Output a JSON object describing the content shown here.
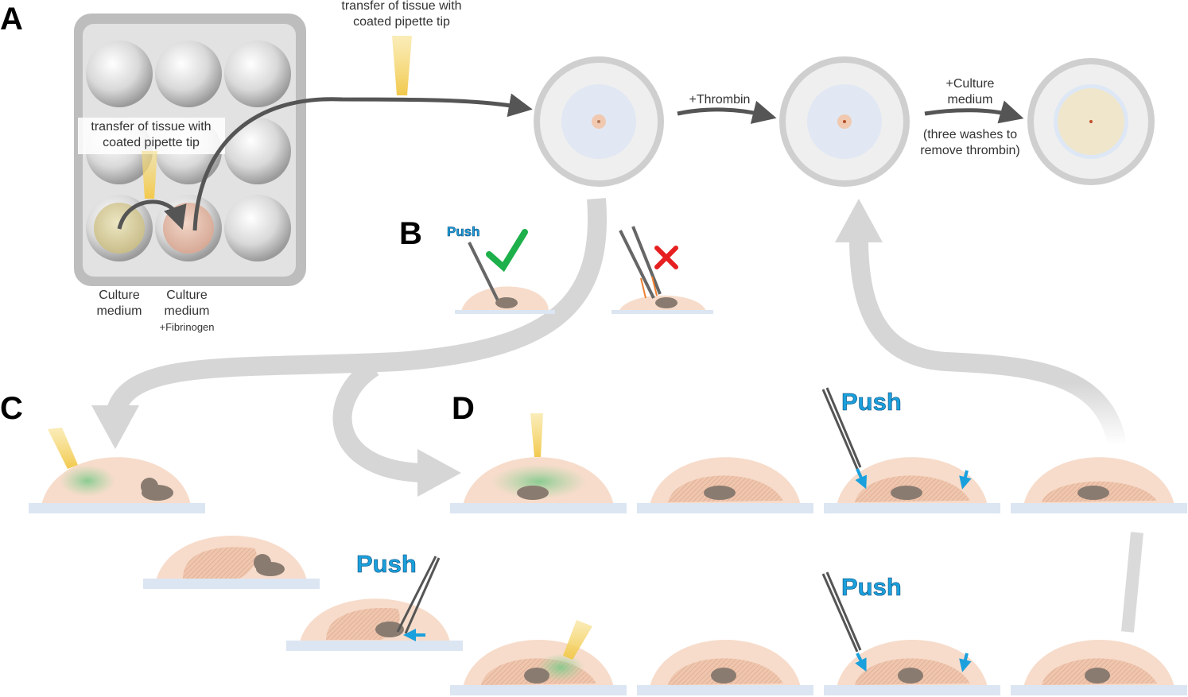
{
  "panels": {
    "A": "A",
    "B": "B",
    "C": "C",
    "D": "D"
  },
  "panel_a": {
    "plate_label_transfer": "transfer of tissue with coated pipette tip",
    "top_label_transfer": "transfer of tissue with coated pipette tip",
    "well_label_1": "Culture medium",
    "well_label_2_line1": "Culture medium",
    "well_label_2_line2": "+Fibrinogen",
    "step_thrombin": "+Thrombin",
    "step_culture": "+Culture medium",
    "step_washes": "(three washes to remove thrombin)"
  },
  "panel_b": {
    "push_label": "Push",
    "correct_mark": "✓",
    "wrong_mark": "✗"
  },
  "panel_c": {
    "push_label": "Push"
  },
  "panel_d": {
    "push_label_top": "Push",
    "push_label_bottom": "Push"
  },
  "colors": {
    "tissue_dome": "#f7dccb",
    "substrate": "#dce6f2",
    "pipette_yellow": "#f5d34a",
    "push_blue": "#1aa0dc",
    "arrow_gray": "#d5d5d5",
    "dark_arrow": "#555555",
    "check_green": "#1db04b",
    "cross_red": "#e62020"
  }
}
